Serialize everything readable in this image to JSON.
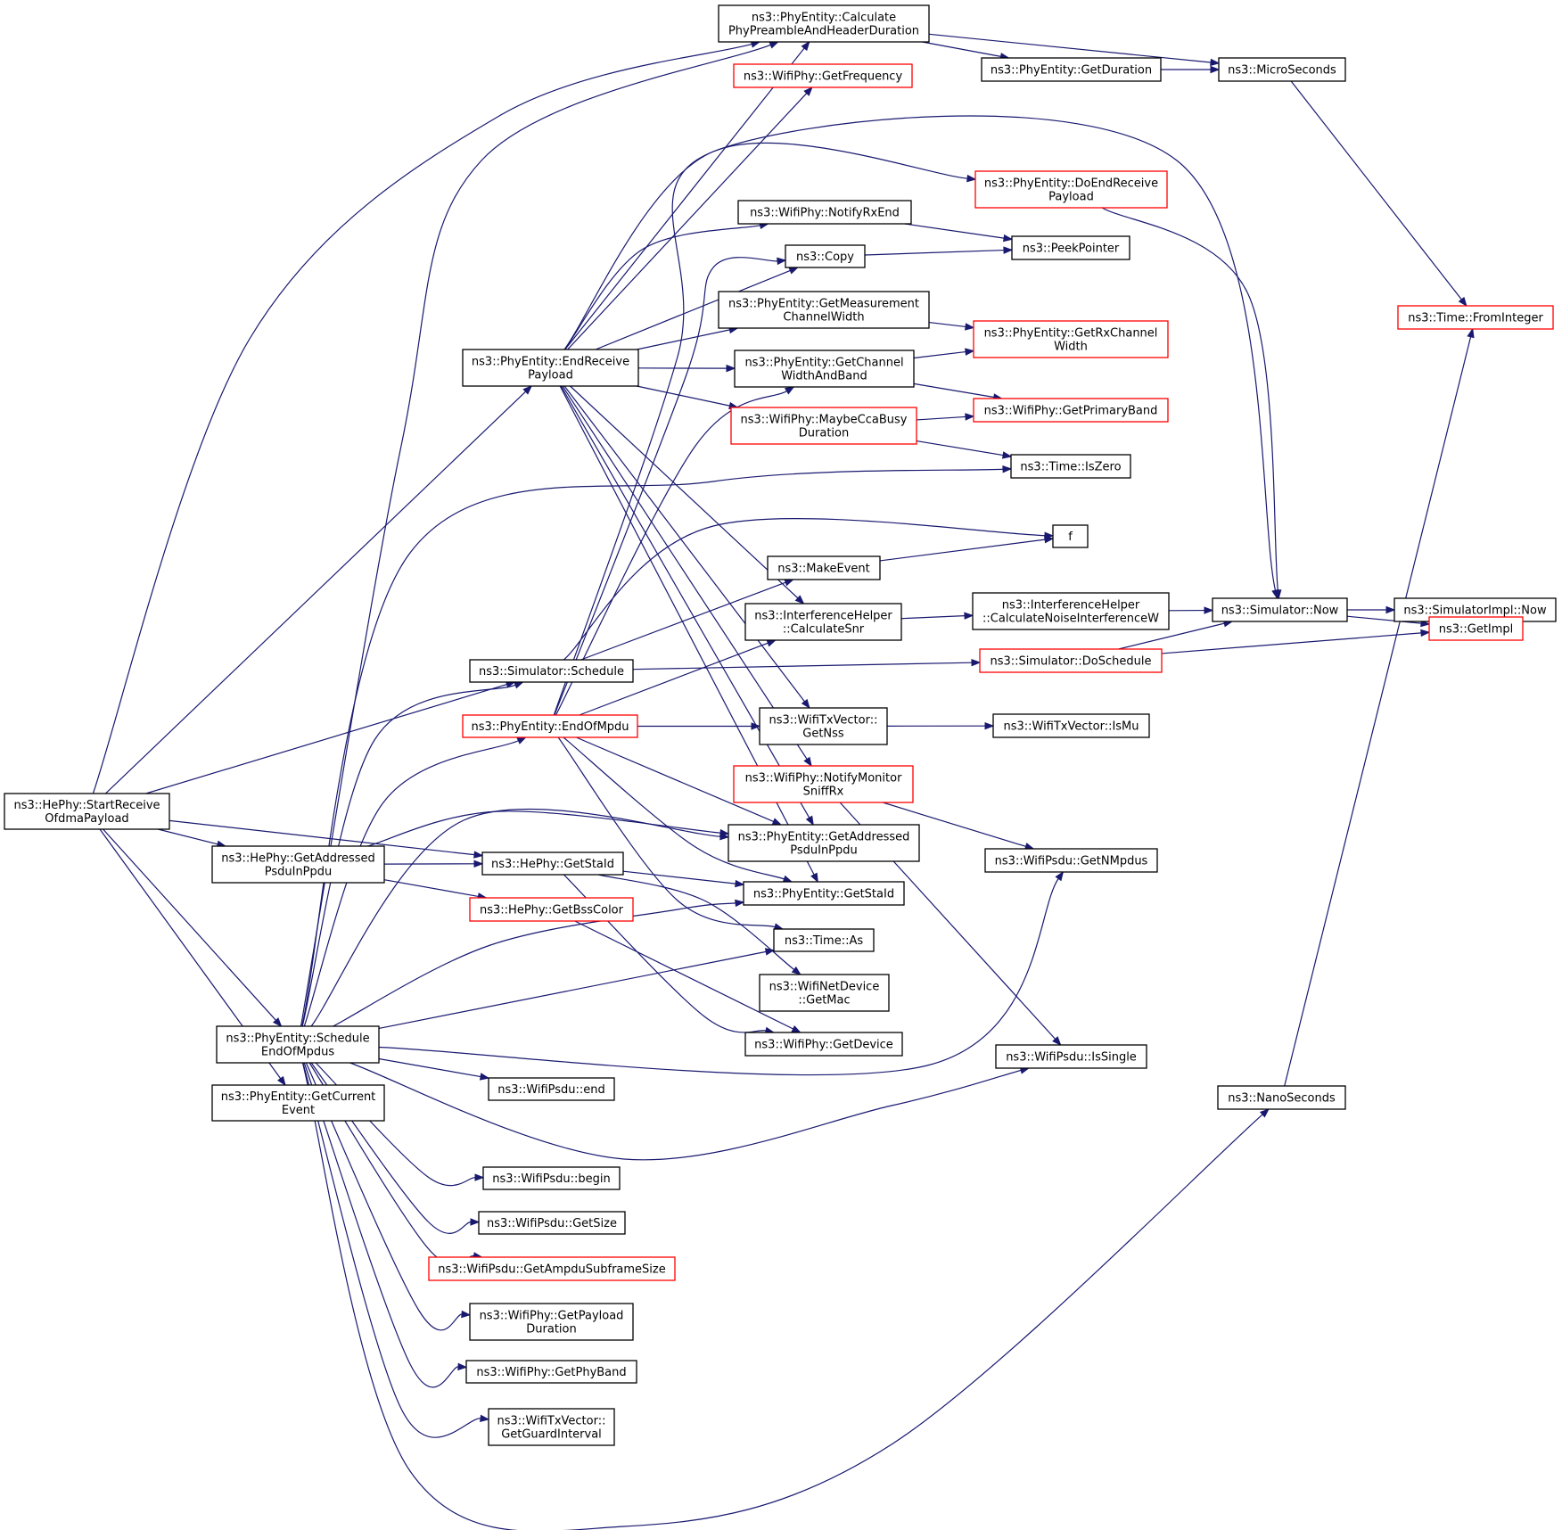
{
  "graph": {
    "kind": "call-graph",
    "colors": {
      "edge": "#191970",
      "node_border": "#000000",
      "node_border_truncated": "#ff0000",
      "root_fill": "#bfbfbf",
      "node_fill": "#ffffff"
    },
    "nodes": [
      {
        "id": "startReceive",
        "lines": [
          "ns3::HePhy::StartReceive",
          "OfdmaPayload"
        ],
        "style": "root"
      },
      {
        "id": "calcPreamble",
        "lines": [
          "ns3::PhyEntity::Calculate",
          "PhyPreambleAndHeaderDuration"
        ],
        "style": "normal"
      },
      {
        "id": "getFrequency",
        "lines": [
          "ns3::WifiPhy::GetFrequency"
        ],
        "style": "truncated"
      },
      {
        "id": "getDuration",
        "lines": [
          "ns3::PhyEntity::GetDuration"
        ],
        "style": "normal"
      },
      {
        "id": "microSeconds",
        "lines": [
          "ns3::MicroSeconds"
        ],
        "style": "normal"
      },
      {
        "id": "doEndReceive",
        "lines": [
          "ns3::PhyEntity::DoEndReceive",
          "Payload"
        ],
        "style": "truncated"
      },
      {
        "id": "notifyRxEnd",
        "lines": [
          "ns3::WifiPhy::NotifyRxEnd"
        ],
        "style": "normal"
      },
      {
        "id": "copy",
        "lines": [
          "ns3::Copy"
        ],
        "style": "normal"
      },
      {
        "id": "peekPointer",
        "lines": [
          "ns3::PeekPointer"
        ],
        "style": "normal"
      },
      {
        "id": "timeFromInteger",
        "lines": [
          "ns3::Time::FromInteger"
        ],
        "style": "truncated"
      },
      {
        "id": "getMeasurement",
        "lines": [
          "ns3::PhyEntity::GetMeasurement",
          "ChannelWidth"
        ],
        "style": "normal"
      },
      {
        "id": "getRxChannel",
        "lines": [
          "ns3::PhyEntity::GetRxChannel",
          "Width"
        ],
        "style": "truncated"
      },
      {
        "id": "endReceive",
        "lines": [
          "ns3::PhyEntity::EndReceive",
          "Payload"
        ],
        "style": "normal"
      },
      {
        "id": "getChannelWidthBand",
        "lines": [
          "ns3::PhyEntity::GetChannel",
          "WidthAndBand"
        ],
        "style": "normal"
      },
      {
        "id": "getPrimaryBand",
        "lines": [
          "ns3::WifiPhy::GetPrimaryBand"
        ],
        "style": "truncated"
      },
      {
        "id": "maybeCca",
        "lines": [
          "ns3::WifiPhy::MaybeCcaBusy",
          "Duration"
        ],
        "style": "truncated"
      },
      {
        "id": "isZero",
        "lines": [
          "ns3::Time::IsZero"
        ],
        "style": "normal"
      },
      {
        "id": "f",
        "lines": [
          "f"
        ],
        "style": "normal"
      },
      {
        "id": "makeEvent",
        "lines": [
          "ns3::MakeEvent"
        ],
        "style": "normal"
      },
      {
        "id": "calcSnr",
        "lines": [
          "ns3::InterferenceHelper",
          "::CalculateSnr"
        ],
        "style": "normal"
      },
      {
        "id": "calcNoise",
        "lines": [
          "ns3::InterferenceHelper",
          "::CalculateNoiseInterferenceW"
        ],
        "style": "normal"
      },
      {
        "id": "simNow",
        "lines": [
          "ns3::Simulator::Now"
        ],
        "style": "normal"
      },
      {
        "id": "simImplNow",
        "lines": [
          "ns3::SimulatorImpl::Now"
        ],
        "style": "normal"
      },
      {
        "id": "simSchedule",
        "lines": [
          "ns3::Simulator::Schedule"
        ],
        "style": "normal"
      },
      {
        "id": "doSchedule",
        "lines": [
          "ns3::Simulator::DoSchedule"
        ],
        "style": "truncated"
      },
      {
        "id": "getImpl",
        "lines": [
          "ns3::GetImpl"
        ],
        "style": "truncated"
      },
      {
        "id": "endOfMpdu",
        "lines": [
          "ns3::PhyEntity::EndOfMpdu"
        ],
        "style": "truncated"
      },
      {
        "id": "getNss",
        "lines": [
          "ns3::WifiTxVector::",
          "GetNss"
        ],
        "style": "normal"
      },
      {
        "id": "isMu",
        "lines": [
          "ns3::WifiTxVector::IsMu"
        ],
        "style": "normal"
      },
      {
        "id": "notifyMonitor",
        "lines": [
          "ns3::WifiPhy::NotifyMonitor",
          "SniffRx"
        ],
        "style": "truncated"
      },
      {
        "id": "peGetAddressed",
        "lines": [
          "ns3::PhyEntity::GetAddressed",
          "PsduInPpdu"
        ],
        "style": "normal"
      },
      {
        "id": "getNMpdus",
        "lines": [
          "ns3::WifiPsdu::GetNMpdus"
        ],
        "style": "normal"
      },
      {
        "id": "heGetAddressed",
        "lines": [
          "ns3::HePhy::GetAddressed",
          "PsduInPpdu"
        ],
        "style": "normal"
      },
      {
        "id": "heGetStaId",
        "lines": [
          "ns3::HePhy::GetStaId"
        ],
        "style": "normal"
      },
      {
        "id": "peGetStaId",
        "lines": [
          "ns3::PhyEntity::GetStaId"
        ],
        "style": "normal"
      },
      {
        "id": "getBssColor",
        "lines": [
          "ns3::HePhy::GetBssColor"
        ],
        "style": "truncated"
      },
      {
        "id": "timeAs",
        "lines": [
          "ns3::Time::As"
        ],
        "style": "normal"
      },
      {
        "id": "getMac",
        "lines": [
          "ns3::WifiNetDevice",
          "::GetMac"
        ],
        "style": "normal"
      },
      {
        "id": "scheduleEom",
        "lines": [
          "ns3::PhyEntity::Schedule",
          "EndOfMpdus"
        ],
        "style": "normal"
      },
      {
        "id": "getDevice",
        "lines": [
          "ns3::WifiPhy::GetDevice"
        ],
        "style": "normal"
      },
      {
        "id": "isSingle",
        "lines": [
          "ns3::WifiPsdu::IsSingle"
        ],
        "style": "normal"
      },
      {
        "id": "getCurrentEvent",
        "lines": [
          "ns3::PhyEntity::GetCurrent",
          "Event"
        ],
        "style": "normal"
      },
      {
        "id": "psduEnd",
        "lines": [
          "ns3::WifiPsdu::end"
        ],
        "style": "normal"
      },
      {
        "id": "nanoSeconds",
        "lines": [
          "ns3::NanoSeconds"
        ],
        "style": "normal"
      },
      {
        "id": "psduBegin",
        "lines": [
          "ns3::WifiPsdu::begin"
        ],
        "style": "normal"
      },
      {
        "id": "psduGetSize",
        "lines": [
          "ns3::WifiPsdu::GetSize"
        ],
        "style": "normal"
      },
      {
        "id": "ampduSubframe",
        "lines": [
          "ns3::WifiPsdu::GetAmpduSubframeSize"
        ],
        "style": "truncated"
      },
      {
        "id": "getPayloadDuration",
        "lines": [
          "ns3::WifiPhy::GetPayload",
          "Duration"
        ],
        "style": "normal"
      },
      {
        "id": "getPhyBand",
        "lines": [
          "ns3::WifiPhy::GetPhyBand"
        ],
        "style": "normal"
      },
      {
        "id": "getGuardInterval",
        "lines": [
          "ns3::WifiTxVector::",
          "GetGuardInterval"
        ],
        "style": "normal"
      }
    ],
    "edges": [
      [
        "startReceive",
        "calcPreamble"
      ],
      [
        "startReceive",
        "endReceive"
      ],
      [
        "startReceive",
        "simSchedule"
      ],
      [
        "startReceive",
        "heGetAddressed"
      ],
      [
        "startReceive",
        "heGetStaId"
      ],
      [
        "startReceive",
        "scheduleEom"
      ],
      [
        "startReceive",
        "getCurrentEvent"
      ],
      [
        "calcPreamble",
        "getDuration"
      ],
      [
        "calcPreamble",
        "microSeconds"
      ],
      [
        "getDuration",
        "microSeconds"
      ],
      [
        "microSeconds",
        "timeFromInteger"
      ],
      [
        "endReceive",
        "calcPreamble"
      ],
      [
        "endReceive",
        "getFrequency"
      ],
      [
        "endReceive",
        "doEndReceive"
      ],
      [
        "endReceive",
        "notifyRxEnd"
      ],
      [
        "endReceive",
        "copy"
      ],
      [
        "endReceive",
        "getMeasurement"
      ],
      [
        "endReceive",
        "getChannelWidthBand"
      ],
      [
        "endReceive",
        "maybeCca"
      ],
      [
        "endReceive",
        "calcSnr"
      ],
      [
        "endReceive",
        "getNss"
      ],
      [
        "endReceive",
        "notifyMonitor"
      ],
      [
        "endReceive",
        "peGetAddressed"
      ],
      [
        "endReceive",
        "peGetStaId"
      ],
      [
        "doEndReceive",
        "simNow"
      ],
      [
        "notifyRxEnd",
        "peekPointer"
      ],
      [
        "copy",
        "peekPointer"
      ],
      [
        "getMeasurement",
        "getRxChannel"
      ],
      [
        "getChannelWidthBand",
        "getRxChannel"
      ],
      [
        "getChannelWidthBand",
        "getPrimaryBand"
      ],
      [
        "maybeCca",
        "getPrimaryBand"
      ],
      [
        "maybeCca",
        "isZero"
      ],
      [
        "makeEvent",
        "f"
      ],
      [
        "calcSnr",
        "calcNoise"
      ],
      [
        "calcNoise",
        "simNow"
      ],
      [
        "simNow",
        "simImplNow"
      ],
      [
        "simNow",
        "getImpl"
      ],
      [
        "simSchedule",
        "makeEvent"
      ],
      [
        "simSchedule",
        "f"
      ],
      [
        "simSchedule",
        "doSchedule"
      ],
      [
        "doSchedule",
        "simNow"
      ],
      [
        "doSchedule",
        "getImpl"
      ],
      [
        "endOfMpdu",
        "simNow"
      ],
      [
        "endOfMpdu",
        "copy"
      ],
      [
        "endOfMpdu",
        "getChannelWidthBand"
      ],
      [
        "endOfMpdu",
        "calcSnr"
      ],
      [
        "endOfMpdu",
        "getNss"
      ],
      [
        "endOfMpdu",
        "peGetAddressed"
      ],
      [
        "endOfMpdu",
        "peGetStaId"
      ],
      [
        "endOfMpdu",
        "timeAs"
      ],
      [
        "getNss",
        "isMu"
      ],
      [
        "notifyMonitor",
        "getNMpdus"
      ],
      [
        "notifyMonitor",
        "isSingle"
      ],
      [
        "heGetAddressed",
        "peGetAddressed"
      ],
      [
        "heGetAddressed",
        "heGetStaId"
      ],
      [
        "heGetAddressed",
        "getBssColor"
      ],
      [
        "heGetStaId",
        "peGetStaId"
      ],
      [
        "heGetStaId",
        "getMac"
      ],
      [
        "heGetStaId",
        "getDevice"
      ],
      [
        "getBssColor",
        "getDevice"
      ],
      [
        "scheduleEom",
        "calcPreamble"
      ],
      [
        "scheduleEom",
        "isZero"
      ],
      [
        "scheduleEom",
        "simSchedule"
      ],
      [
        "scheduleEom",
        "endOfMpdu"
      ],
      [
        "scheduleEom",
        "peGetAddressed"
      ],
      [
        "scheduleEom",
        "peGetStaId"
      ],
      [
        "scheduleEom",
        "timeAs"
      ],
      [
        "scheduleEom",
        "getNMpdus"
      ],
      [
        "scheduleEom",
        "isSingle"
      ],
      [
        "scheduleEom",
        "psduEnd"
      ],
      [
        "scheduleEom",
        "psduBegin"
      ],
      [
        "scheduleEom",
        "psduGetSize"
      ],
      [
        "scheduleEom",
        "ampduSubframe"
      ],
      [
        "scheduleEom",
        "getPayloadDuration"
      ],
      [
        "scheduleEom",
        "getPhyBand"
      ],
      [
        "scheduleEom",
        "getGuardInterval"
      ],
      [
        "scheduleEom",
        "nanoSeconds"
      ],
      [
        "nanoSeconds",
        "timeFromInteger"
      ]
    ]
  }
}
